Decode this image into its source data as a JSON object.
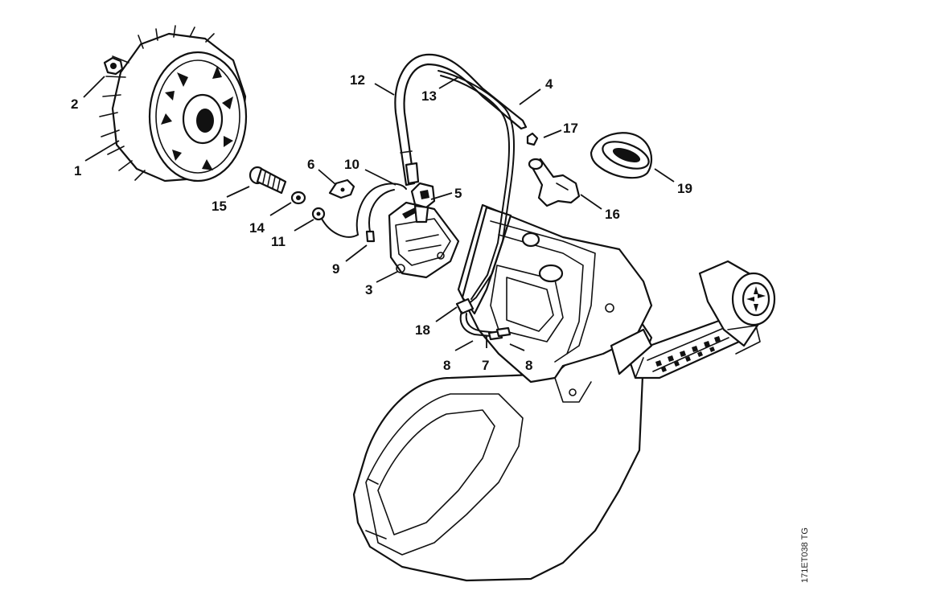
{
  "callouts": [
    "1",
    "2",
    "3",
    "4",
    "5",
    "6",
    "7",
    "8",
    "8",
    "9",
    "10",
    "11",
    "12",
    "13",
    "14",
    "15",
    "16",
    "17",
    "18",
    "19"
  ],
  "figure_reference": "171ET038 TG"
}
